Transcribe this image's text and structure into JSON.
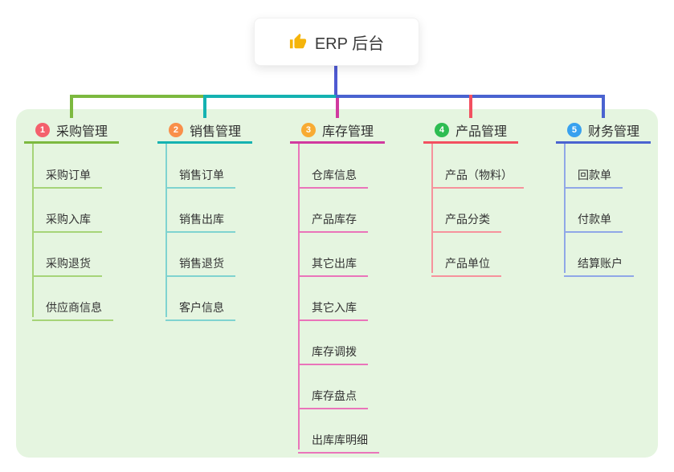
{
  "root": {
    "title": "ERP 后台",
    "icon": "thumbs-up",
    "icon_color": "#f5b40a"
  },
  "branches": [
    {
      "badge": "1",
      "title": "采购管理",
      "accent": "#7cb93f",
      "light": "#a6d478",
      "badge_color": "#f4606c",
      "children": [
        "采购订单",
        "采购入库",
        "采购退货",
        "供应商信息"
      ]
    },
    {
      "badge": "2",
      "title": "销售管理",
      "accent": "#14b2b1",
      "light": "#7fd3d0",
      "badge_color": "#f98f4a",
      "children": [
        "销售订单",
        "销售出库",
        "销售退货",
        "客户信息"
      ]
    },
    {
      "badge": "3",
      "title": "库存管理",
      "accent": "#d1399f",
      "light": "#ea74ba",
      "badge_color": "#f8ab33",
      "children": [
        "仓库信息",
        "产品库存",
        "其它出库",
        "其它入库",
        "库存调拨",
        "库存盘点",
        "出库库明细"
      ]
    },
    {
      "badge": "4",
      "title": "产品管理",
      "accent": "#f25060",
      "light": "#f6929c",
      "badge_color": "#2ebd52",
      "children": [
        "产品（物料）",
        "产品分类",
        "产品单位"
      ]
    },
    {
      "badge": "5",
      "title": "财务管理",
      "accent": "#4a63d0",
      "light": "#90a7e7",
      "badge_color": "#38a1ef",
      "children": [
        "回款单",
        "付款单",
        "结算账户"
      ]
    }
  ],
  "panel_color": "#e5f5e0",
  "root_drop_color": "#4f5ad2"
}
